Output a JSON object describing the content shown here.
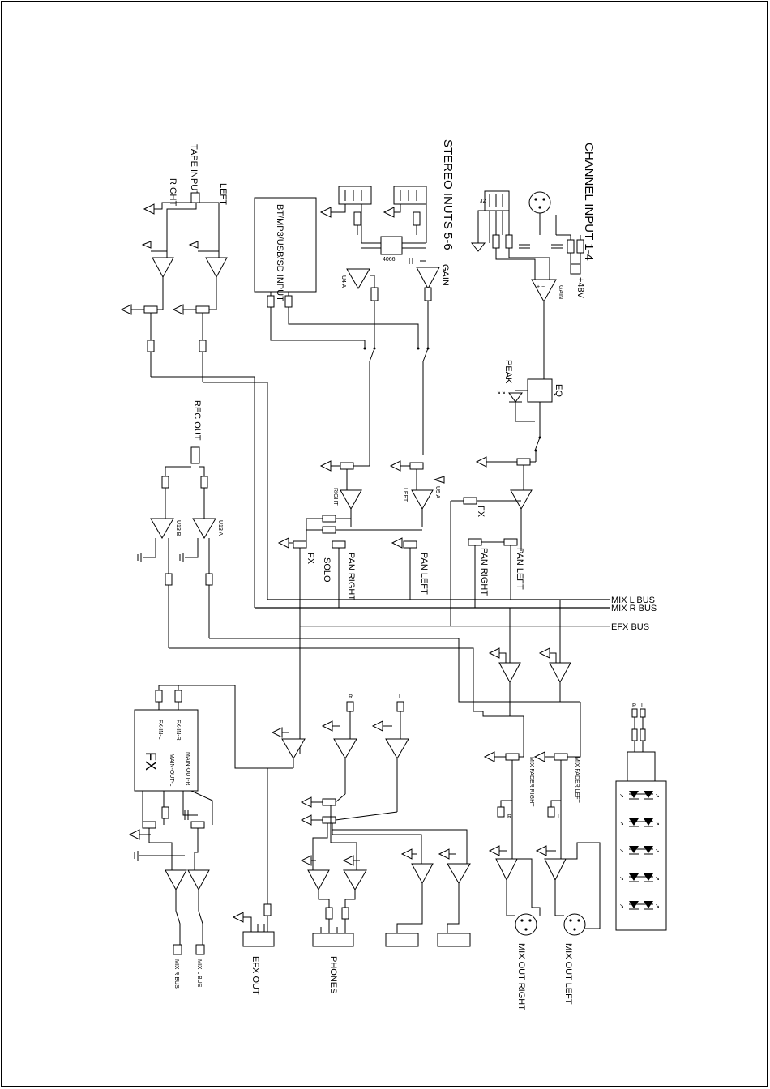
{
  "sections": {
    "channel_input": "CHANNEL INPUT 1-4",
    "stereo_inputs": "STEREO INUTS 5-6",
    "tape_input": "TAPE INPUT",
    "rec_out": "REC OUT",
    "bt_block": "BT/MP3/USB/SD INPUT",
    "fx_block": "FX"
  },
  "labels": {
    "left": "LEFT",
    "right": "RIGHT",
    "phantom": "+48V",
    "gain": "GAIN",
    "eq": "EQ",
    "peak": "PEAK",
    "fx": "FX",
    "pan_left": "PAN LEFT",
    "pan_right": "PAN RIGHT",
    "solo": "SOLO",
    "mix_fader_left": "MIX FADER LEFT",
    "mix_fader_right": "MIX FADER RIGHT",
    "mix_out_left": "MIX OUT LEFT",
    "mix_out_right": "MIX OUT RIGHT",
    "phones": "PHONES",
    "efx_out": "EFX OUT",
    "mix_r_bus": "MIX R BUS",
    "mix_l_bus": "MIX L BUS",
    "fx_in_r": "FX-IN-R",
    "fx_in_l": "FX-IN-L",
    "main_out_r": "MAIN-OUT-R",
    "main_out_l": "MAIN-OUT-L",
    "u13a": "U13 A",
    "u13b": "U13 B",
    "u4a": "U4 A",
    "u5a": "U5 A",
    "r": "R",
    "l": "L"
  },
  "buses": {
    "mix_l": "MIX L BUS",
    "mix_r": "MIX R BUS",
    "efx": "EFX BUS"
  }
}
